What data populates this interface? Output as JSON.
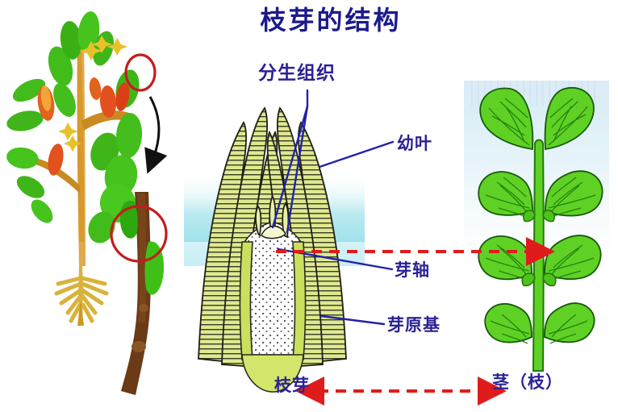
{
  "title": "枝芽的结构",
  "labels": {
    "meristem": "分生组织",
    "young_leaf": "幼叶",
    "bud_axis": "芽轴",
    "bud_primordium": "芽原基",
    "branch_bud": "枝芽",
    "stem_branch": "茎（枝）"
  },
  "panels": {
    "left": {
      "name": "whole-plant-illustration",
      "description": "开花结果的植株与带芽的木质枝条",
      "highlight_circles": 2,
      "arrow": "down-arrow"
    },
    "middle": {
      "name": "bud-longitudinal-section",
      "description": "枝芽纵切面解剖图"
    },
    "right": {
      "name": "young-shoot-illustration",
      "description": "发育成的茎（枝）与叶"
    }
  },
  "colors": {
    "title": "#1d1a8c",
    "label_text": "#2b2296",
    "pointer_line": "#2222aa",
    "dashed_arrow": "#e01b1b",
    "highlight_circle": "#c41d1d",
    "leaf_green": "#4fd11a",
    "leaf_green_dark": "#2da80e",
    "bud_tissue": "#d6e27a",
    "stem_brown": "#c98a22",
    "branch_brown": "#6b3a16",
    "fruit_orange": "#e2511e",
    "flower_yellow": "#e8c12a",
    "panel_bg_cyan": "#bfe9ee",
    "page_bg": "#ffffff"
  }
}
